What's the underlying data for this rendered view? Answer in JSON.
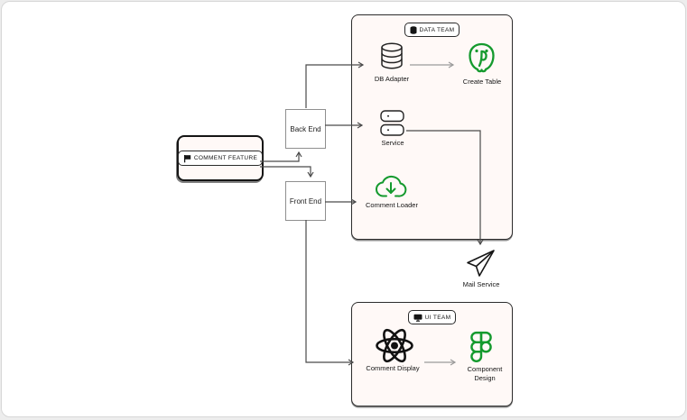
{
  "page": {
    "background": "#ededed",
    "canvas_fill": "#ffffff"
  },
  "palette": {
    "accent_green": "#149A2E",
    "ink": "#1c1c1c",
    "group_fill": "#FFF9F7",
    "rect_border_gray": "#8f8f8f",
    "connector_dark": "#4a4a4a",
    "connector_gray": "#9a9a9a"
  },
  "nodes": {
    "comment_feature": {
      "label": "COMMENT FEATURE",
      "icon": "flag-icon"
    },
    "back_end": {
      "label": "Back End"
    },
    "front_end": {
      "label": "Front End"
    },
    "data_team": {
      "label": "DATA TEAM",
      "icon": "database-icon"
    },
    "db_adapter": {
      "label": "DB Adapter",
      "icon": "database-cylinder-icon"
    },
    "create_table": {
      "label": "Create Table",
      "icon": "postgresql-icon"
    },
    "service": {
      "label": "Service",
      "icon": "server-stack-icon"
    },
    "comment_loader": {
      "label": "Comment Loader",
      "icon": "cloud-download-icon"
    },
    "mail_service": {
      "label": "Mail Service",
      "icon": "paper-plane-icon"
    },
    "ui_team": {
      "label": "UI TEAM",
      "icon": "monitor-icon"
    },
    "comment_display": {
      "label": "Comment Display",
      "icon": "react-icon"
    },
    "component_design": {
      "label": "Component Design",
      "icon": "figma-icon"
    }
  },
  "connections": [
    {
      "from": "comment_feature",
      "to": "back_end"
    },
    {
      "from": "comment_feature",
      "to": "front_end"
    },
    {
      "from": "back_end",
      "to": "db_adapter"
    },
    {
      "from": "back_end",
      "to": "service"
    },
    {
      "from": "front_end",
      "to": "comment_loader"
    },
    {
      "from": "front_end",
      "to": "comment_display"
    },
    {
      "from": "db_adapter",
      "to": "create_table"
    },
    {
      "from": "service",
      "to": "mail_service"
    },
    {
      "from": "comment_display",
      "to": "component_design"
    }
  ]
}
